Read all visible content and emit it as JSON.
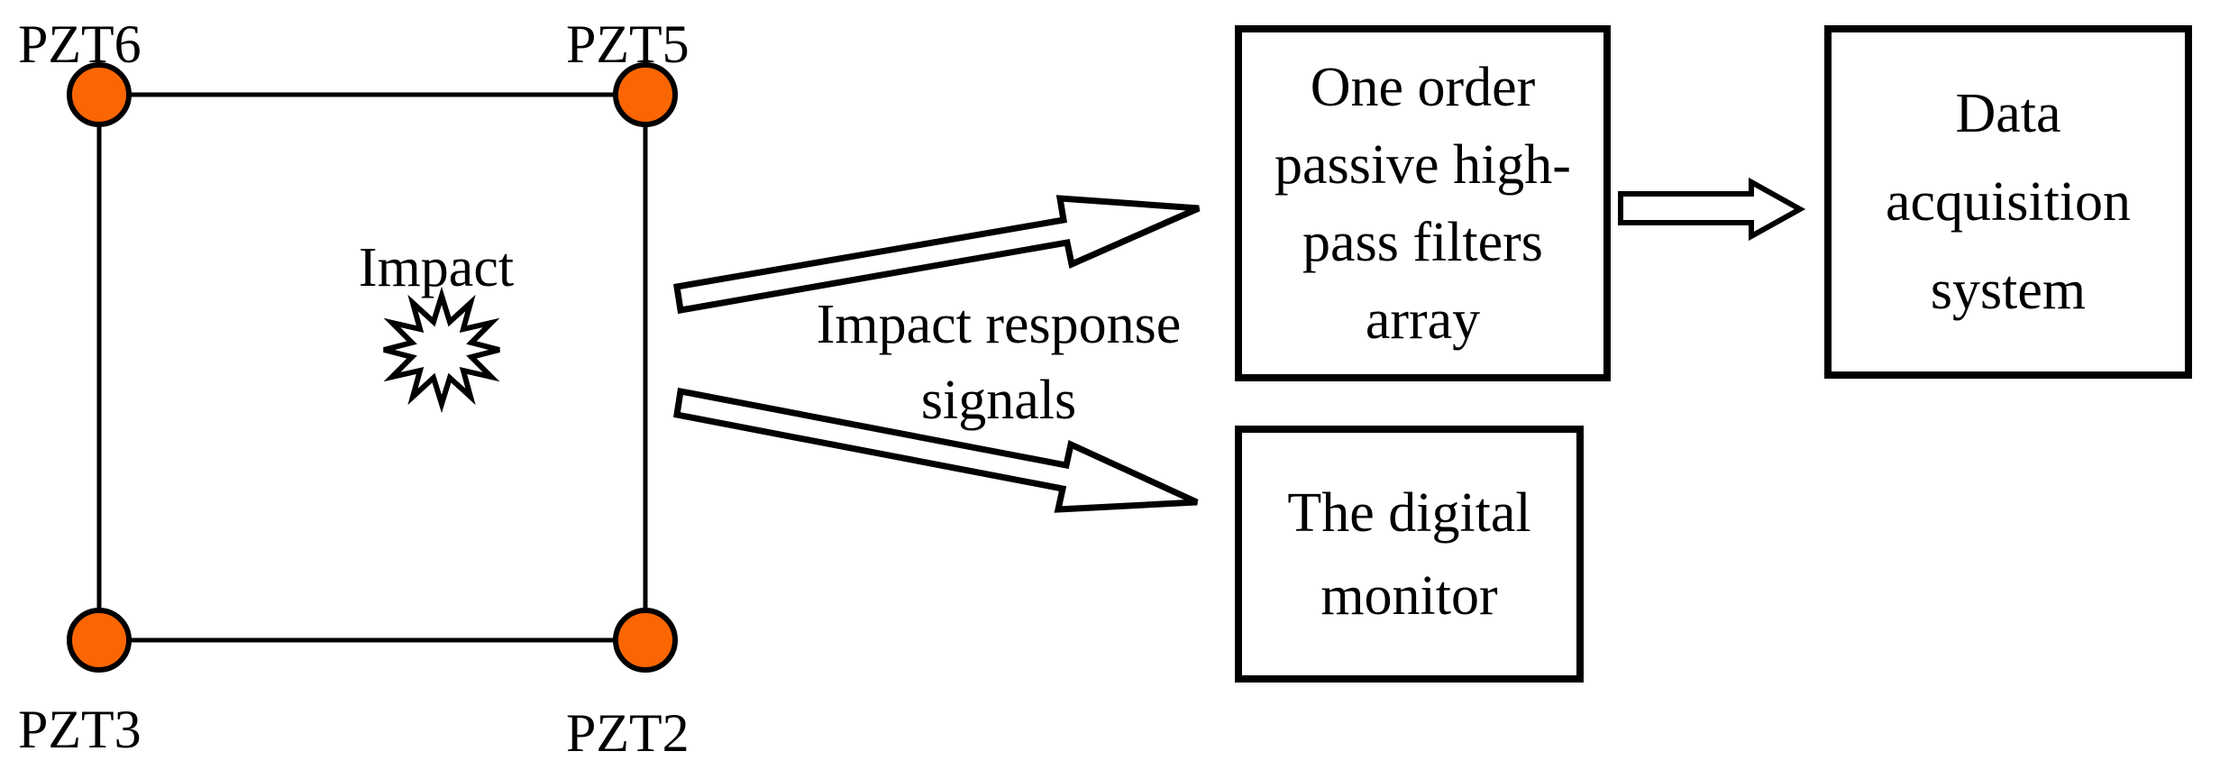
{
  "plate": {
    "impact_label": "Impact",
    "sensors": [
      {
        "label": "PZT6",
        "position": "top-left"
      },
      {
        "label": "PZT5",
        "position": "top-right"
      },
      {
        "label": "PZT3",
        "position": "bottom-left"
      },
      {
        "label": "PZT2",
        "position": "bottom-right"
      }
    ]
  },
  "signal_caption": {
    "line1": "Impact response",
    "line2": "signals"
  },
  "boxes": {
    "filters": {
      "line1": "One order",
      "line2": "passive high-",
      "line3": "pass filters",
      "line4": "array"
    },
    "daq": {
      "line1": "Data",
      "line2": "acquisition",
      "line3": "system"
    },
    "monitor": {
      "line1": "The digital",
      "line2": "monitor"
    }
  },
  "icons": {
    "impact_burst": "starburst-icon",
    "flow_arrows": "block-arrow-icon"
  },
  "colors": {
    "sensor_fill": "#FB6602",
    "line": "#000000",
    "background": "#FFFFFF",
    "shape_fill": "#FFFFFF"
  }
}
